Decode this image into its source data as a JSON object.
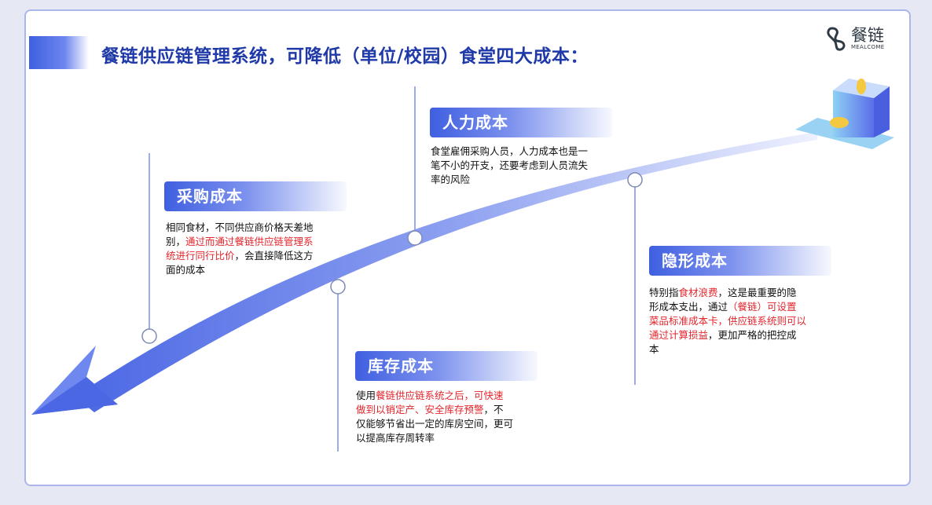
{
  "title": "餐链供应链管理系统，可降低（单位/校园）食堂四大成本：",
  "logo": {
    "cn": "餐链",
    "en": "MEALCOME"
  },
  "colors": {
    "accent": "#3f5fe0",
    "highlight": "#e3252c",
    "title": "#1f3aa8"
  },
  "costs": [
    {
      "heading": "采购成本",
      "segments": [
        {
          "text": "相同食材，不同供应商价格天差地别，",
          "red": false
        },
        {
          "text": "通过而通过餐链供应链管理系统进行同行比价",
          "red": true
        },
        {
          "text": "，会直接降低这方面的成本",
          "red": false
        }
      ]
    },
    {
      "heading": "人力成本",
      "segments": [
        {
          "text": "食堂雇佣采购人员，人力成本也是一笔不小的开支，还要考虑到人员流失率的风险",
          "red": false
        }
      ]
    },
    {
      "heading": "库存成本",
      "segments": [
        {
          "text": "使用",
          "red": false
        },
        {
          "text": "餐链供应链系统之后，可快速做到以销定产、安全库存预警",
          "red": true
        },
        {
          "text": "，不仅能够节省出一定的库房空间，更可以提高库存周转率",
          "red": false
        }
      ]
    },
    {
      "heading": "隐形成本",
      "segments": [
        {
          "text": "特别指",
          "red": false
        },
        {
          "text": "食材浪费",
          "red": true
        },
        {
          "text": "，这是最重要的隐形成本支出，通过",
          "red": false
        },
        {
          "text": "（餐链）可设置菜品标准成本卡，供应链系统则可以通过计算损益",
          "red": true
        },
        {
          "text": "，更加严格的把控成本",
          "red": false
        }
      ]
    }
  ]
}
